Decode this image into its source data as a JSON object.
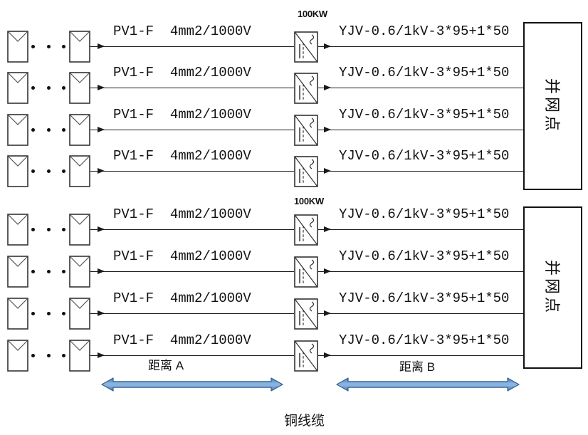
{
  "cables": {
    "dc_label": "PV1-F  4mm2/1000V",
    "ac_label": "YJV-0.6/1kV-3*95+1*50"
  },
  "groups": [
    {
      "power_label": "100KW",
      "grid_label": "并网点",
      "strings": 4
    },
    {
      "power_label": "100KW",
      "grid_label": "并网点",
      "strings": 4
    }
  ],
  "annotations": {
    "distance_a": "距离 A",
    "distance_b": "距离 B",
    "footer": "铜线缆"
  },
  "icons": {
    "pv_panel": "pv-panel-icon",
    "ellipsis": "ellipsis-dots",
    "inverter": "inverter-icon",
    "flow_arrowhead": "arrowhead-icon",
    "distance_arrow": "double-arrow-icon"
  },
  "colors": {
    "line": "#1a1a1a",
    "arrow_dark": "#4576ad",
    "arrow_light": "#8ab4de",
    "arrow_border": "#2f5e93"
  }
}
